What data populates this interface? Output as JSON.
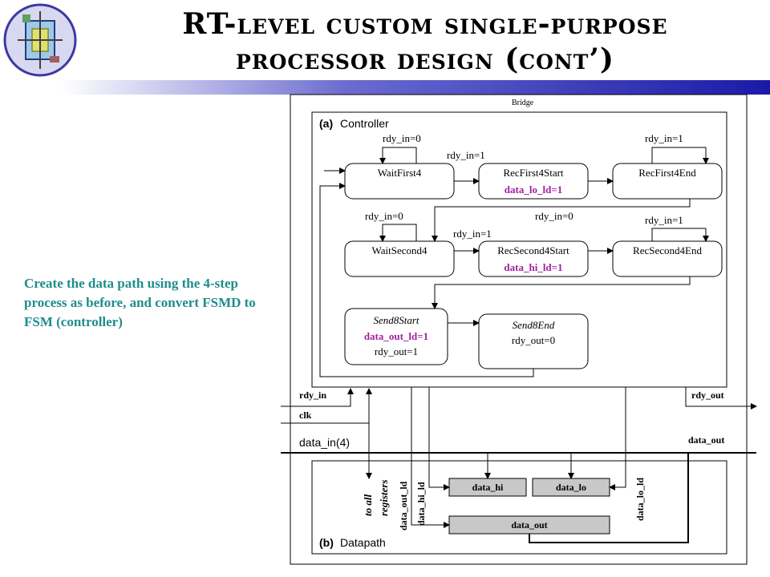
{
  "title": {
    "line1": "RT-level custom single-purpose",
    "line2": "processor design (cont’)"
  },
  "side_text": "Create the data path using the 4-step process as before, and convert FSMD to FSM (controller)",
  "bridge_label": "Bridge",
  "controller": {
    "label_a": "(a)",
    "label": "Controller",
    "states": {
      "wait_first4": "WaitFirst4",
      "rec_first4_start": "RecFirst4Start",
      "rec_first4_start_action": "data_lo_ld=1",
      "rec_first4_end": "RecFirst4End",
      "wait_second4": "WaitSecond4",
      "rec_second4_start": "RecSecond4Start",
      "rec_second4_start_action": "data_hi_ld=1",
      "rec_second4_end": "RecSecond4End",
      "send8_start": "Send8Start",
      "send8_start_action": "data_out_ld=1",
      "send8_start_action2": "rdy_out=1",
      "send8_end": "Send8End",
      "send8_end_action": "rdy_out=0"
    },
    "transitions": {
      "t1": "rdy_in=0",
      "t2": "rdy_in=1",
      "t3": "rdy_in=1",
      "t4": "rdy_in=0",
      "t5": "rdy_in=0",
      "t6": "rdy_in=1",
      "t7": "rdy_in=1"
    }
  },
  "signals": {
    "rdy_in": "rdy_in",
    "clk": "clk",
    "data_in": "data_in(4)",
    "rdy_out": "rdy_out",
    "data_out": "data_out",
    "to_all_registers_1": "to all",
    "to_all_registers_2": "registers",
    "data_out_ld": "data_out_ld",
    "data_hi_ld": "data_hi_ld",
    "data_lo_ld": "data_lo_ld"
  },
  "datapath": {
    "label_b": "(b)",
    "label": "Datapath",
    "reg_hi": "data_hi",
    "reg_lo": "data_lo",
    "reg_out": "data_out"
  },
  "colors": {
    "side_text": "#1f8c8c",
    "action_text": "#a020a0",
    "register_fill": "#c8c8c8"
  }
}
